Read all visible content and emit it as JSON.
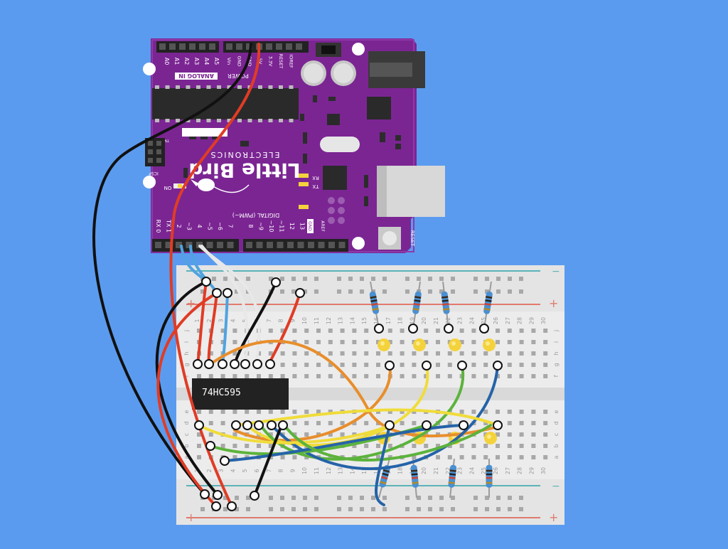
{
  "background_color": "#5b9bef",
  "arduino": {
    "board_color": "#7b2593",
    "brand_name": "Little Bird",
    "brand_sub": "ELECTRONICS",
    "power_label": "POWER",
    "analog_label": "ANALOG IN",
    "digital_label": "DIGITAL (PWM~)",
    "on_label": "ON",
    "rx_label": "RX",
    "tx_label": "TX",
    "icsp_label": "ICSP",
    "reset_label": "RESET",
    "gnd_label": "GND",
    "aref_label": "AREF",
    "tm_label": "TM",
    "analog_pins": [
      "A0",
      "A1",
      "A2",
      "A3",
      "A4",
      "A5"
    ],
    "power_pins": [
      "Vin",
      "GND",
      "GND",
      "5V",
      "3.3V",
      "RESET",
      "IOREF"
    ],
    "digital_pins": [
      "RX 0",
      "TX 1",
      "2",
      "~3",
      "4",
      "~5",
      "~6",
      "7",
      "8",
      "~9",
      "~10",
      "~11",
      "12",
      "13"
    ]
  },
  "breadboard": {
    "column_numbers": [
      "1",
      "2",
      "3",
      "4",
      "5",
      "6",
      "7",
      "8",
      "9",
      "10",
      "11",
      "12",
      "13",
      "14",
      "15",
      "16",
      "17",
      "18",
      "19",
      "20",
      "21",
      "22",
      "23",
      "24",
      "25",
      "26",
      "27",
      "28",
      "29",
      "30"
    ],
    "row_letters_top": [
      "j",
      "i",
      "h",
      "g",
      "f"
    ],
    "row_letters_bottom": [
      "e",
      "d",
      "c",
      "b",
      "a"
    ],
    "rail_plus": "+",
    "rail_minus": "−"
  },
  "chip": {
    "label": "74HC595"
  },
  "leds": {
    "count": 8,
    "color": "#f4d23c"
  },
  "wire_colors": {
    "black": "#111111",
    "red": "#e03c25",
    "blue": "#4fa3e0",
    "white": "#e8e8e8",
    "orange": "#e88e2c",
    "yellow": "#f0dc3a",
    "green": "#5cb33c",
    "darkblue": "#2563a8"
  }
}
